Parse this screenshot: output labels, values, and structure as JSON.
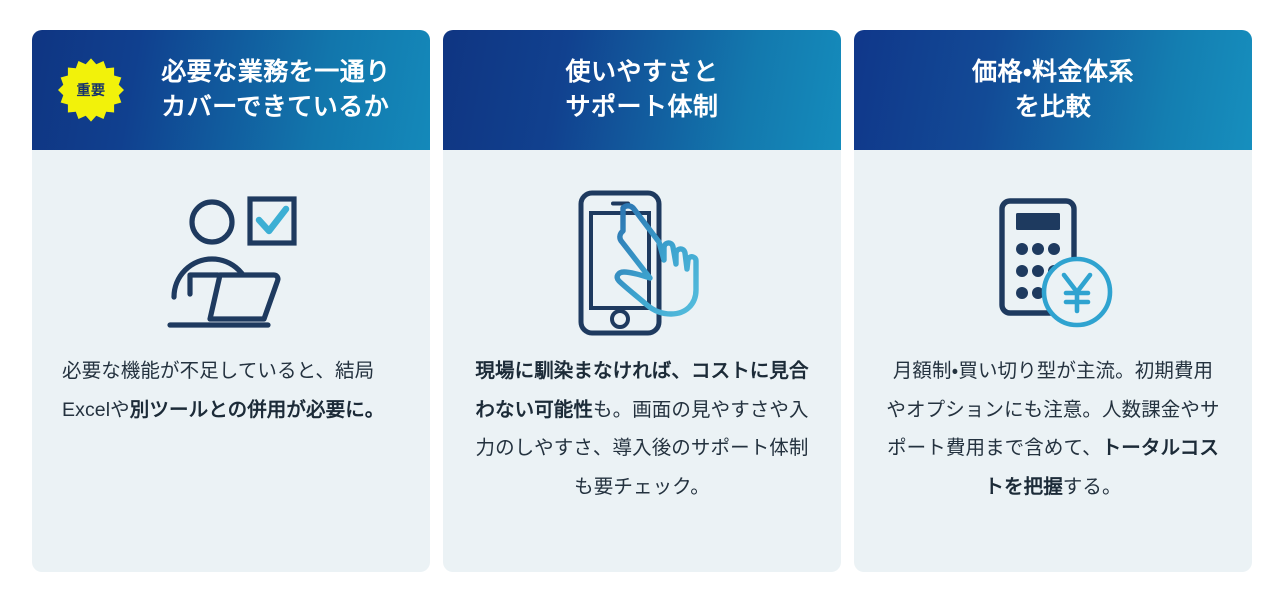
{
  "theme": {
    "page_bg": "#ffffff",
    "card_body_bg": "#ebf2f5",
    "gradient_start": "#0f3582",
    "gradient_end": "#1489ba",
    "badge_bg": "#f2f20a",
    "badge_text_color": "#17336b",
    "icon_navy": "#1e3a5f",
    "icon_cyan": "#3cafd4",
    "body_text_color": "#24323f"
  },
  "cards": [
    {
      "id": "card-coverage",
      "badge": {
        "label": "重要",
        "shape": "starburst"
      },
      "title_line1": "必要な業務を一通り",
      "title_line2": "カバーできているか",
      "icon": "person-laptop-checkbox-icon",
      "body_parts": [
        {
          "text": "必要な機能が不足していると、結局Excelや",
          "bold": false
        },
        {
          "text": "別ツールとの併用が必要に。",
          "bold": true
        }
      ],
      "body_plain": "必要な機能が不足していると、結局Excelや別ツールとの併用が必要に。"
    },
    {
      "id": "card-usability-support",
      "badge": null,
      "title_line1": "使いやすさと",
      "title_line2": "サポート体制",
      "icon": "smartphone-tap-hand-icon",
      "body_parts": [
        {
          "text": "現場に馴染まなければ、コストに見合わない可能性",
          "bold": true
        },
        {
          "text": "も。画面の見やすさや入力のしやすさ、導入後のサポート体制も要チェック。",
          "bold": false
        }
      ],
      "body_plain": "現場に馴染まなければ、コストに見合わない可能性も。画面の見やすさや入力のしやすさ、導入後のサポート体制も要チェック。"
    },
    {
      "id": "card-price-comparison",
      "badge": null,
      "title_line1": "価格・料金体系",
      "title_line2": "を比較",
      "icon": "calculator-yen-icon",
      "body_parts": [
        {
          "text": "月額制・買い切り型が主流。初期費用やオプションにも注意。人数課金やサポート費用まで含めて、",
          "bold": false
        },
        {
          "text": "トータルコストを把握",
          "bold": true
        },
        {
          "text": "する。",
          "bold": false
        }
      ],
      "body_plain": "月額制・買い切り型が主流。初期費用やオプションにも注意。人数課金やサポート費用まで含めて、トータルコストを把握する。"
    }
  ]
}
